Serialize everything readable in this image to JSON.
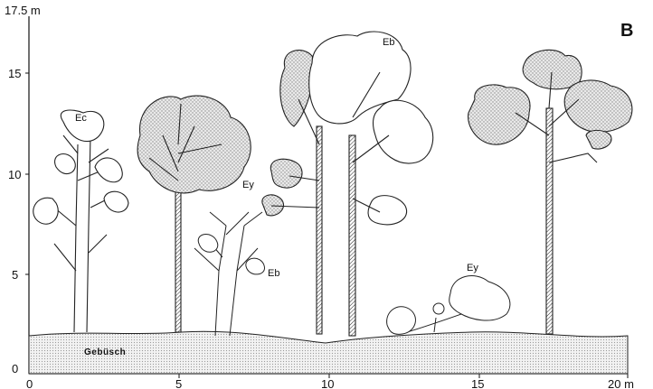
{
  "figure": {
    "panel_label": "B",
    "y_axis": {
      "top_label": "17.5 m",
      "ticks": [
        "15",
        "10",
        "5",
        "0"
      ]
    },
    "x_axis": {
      "ticks": [
        "0",
        "5",
        "10",
        "15",
        "20 m"
      ]
    },
    "ground_layer_label": "Gebüsch",
    "tree_labels": [
      "Ec",
      "Ey",
      "Eb",
      "Eb",
      "Ey"
    ]
  }
}
